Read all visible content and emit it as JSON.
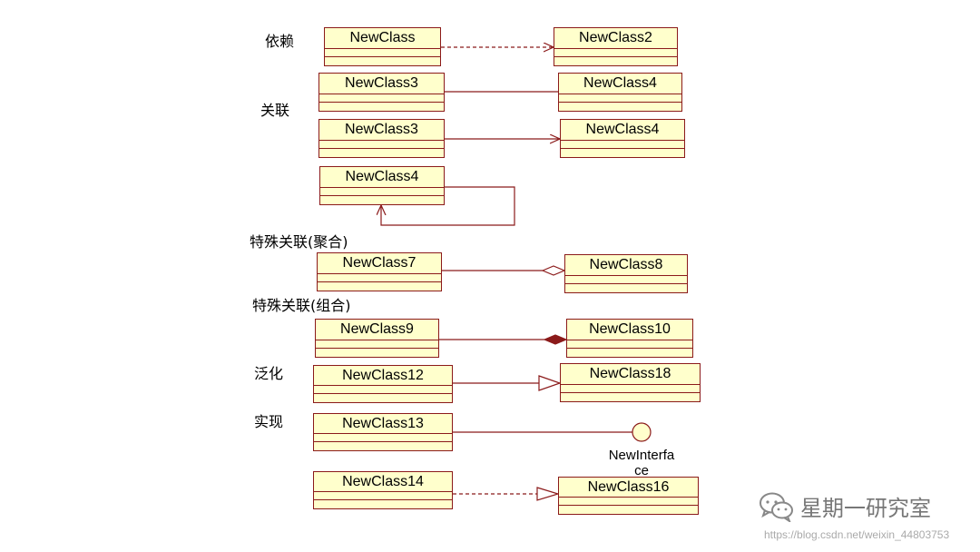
{
  "labels": {
    "dependency": "依赖",
    "association": "关联",
    "aggregation": "特殊关联(聚合)",
    "composition": "特殊关联(组合)",
    "generalization": "泛化",
    "realization": "实现"
  },
  "classes": {
    "c1": "NewClass",
    "c2": "NewClass2",
    "c3a": "NewClass3",
    "c4a": "NewClass4",
    "c3b": "NewClass3",
    "c4b": "NewClass4",
    "c4c": "NewClass4",
    "c7": "NewClass7",
    "c8": "NewClass8",
    "c9": "NewClass9",
    "c10": "NewClass10",
    "c12": "NewClass12",
    "c18": "NewClass18",
    "c13": "NewClass13",
    "c14": "NewClass14",
    "c16": "NewClass16"
  },
  "interface": {
    "line1": "NewInterfa",
    "line2": "ce"
  },
  "watermark": {
    "text": "星期一研究室",
    "url": "https://blog.csdn.net/weixin_44803753"
  },
  "colors": {
    "box_fill": "#ffffcc",
    "box_border": "#8b1a1a",
    "line": "#8b1a1a"
  }
}
